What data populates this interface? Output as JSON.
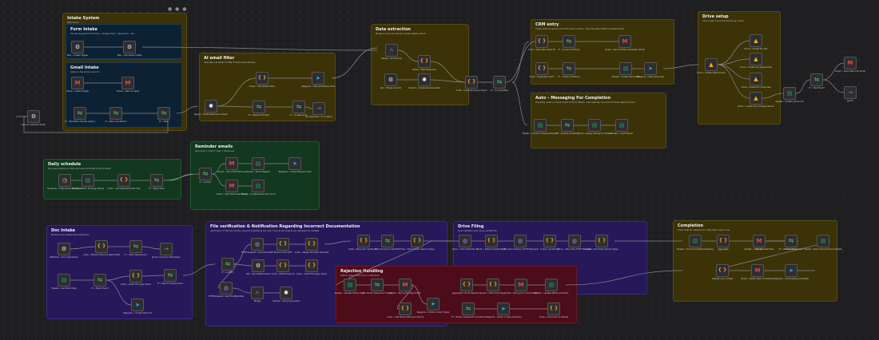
{
  "sections": [
    {
      "id": "intake",
      "color": "y",
      "title": "Intake System",
      "subtitle": "Start forms"
    },
    {
      "id": "form",
      "color": "b",
      "title": "Form Intake",
      "subtitle": "Use the Aug-Kind of Form(s) • Google Form • Type Form • etc."
    },
    {
      "id": "gmail",
      "color": "b",
      "title": "Gmail Intake",
      "subtitle": "Listen to the Gmail inbox for"
    },
    {
      "id": "aifilter",
      "color": "y",
      "title": "AI email filter",
      "subtitle": "Uses Nano-AI Based to filter Emails Automatically"
    },
    {
      "id": "extract",
      "color": "y",
      "title": "Data extraction",
      "subtitle": "Merge sources and extract clients details with AI"
    },
    {
      "id": "crm",
      "color": "y",
      "title": "CRM entry",
      "subtitle": "Check Client Duplicity and If the Client is Exist · Send the New Profile Complete Email"
    },
    {
      "id": "auto",
      "color": "y",
      "title": "Auto – Messaging For Completion",
      "subtitle": "If already exists or Client forgot to fill all details, automatically we will be Emailed Reporting the"
    },
    {
      "id": "drive",
      "color": "y",
      "title": "Drive setup",
      "subtitle": "Auto-create Structured folder per Client"
    },
    {
      "id": "daily",
      "color": "g",
      "title": "Daily schedule",
      "subtitle": "Runs periodically to check and send reminder to Documents"
    },
    {
      "id": "reminder",
      "color": "g",
      "title": "Reminder emails",
      "subtitle": "Send Day 3 / Day 5 / Day 7 follow-ups"
    },
    {
      "id": "doc",
      "color": "p",
      "title": "Doc Intake",
      "subtitle": "Receive and validate the submission"
    },
    {
      "id": "verify",
      "color": "p",
      "title": "File verification & Notification Regarding Incorrect Documentation",
      "subtitle": "Verification of the Documents using AI & Notifying the user if wrong documents are uploaded by mistake"
    },
    {
      "id": "filing",
      "color": "p",
      "title": "Drive Filing",
      "subtitle": "Final validation and move verified file"
    },
    {
      "id": "reject",
      "color": "r",
      "title": "Rejection Handling",
      "subtitle": "Define system and inform notification"
    },
    {
      "id": "complete",
      "color": "y",
      "title": "Completion",
      "subtitle": "Check that all needed and notify team when done"
    }
  ],
  "nodes": [
    {
      "icon": "gear-icon",
      "kind": "gear",
      "label": "Ignore irrelevant Email"
    },
    {
      "icon": "form-icon",
      "kind": "gear",
      "label": "Tally • Intake Trigger"
    },
    {
      "icon": "pen-icon",
      "kind": "gear",
      "label": "Tally • Normalize Intake"
    },
    {
      "icon": "gmail-icon",
      "kind": "gmail",
      "label": "Gmail • Intake Trigger"
    },
    {
      "icon": "gmail-icon",
      "kind": "gmail",
      "label": "Gmail • Mark As Read"
    },
    {
      "icon": "if-icon",
      "kind": "if",
      "label": "IF • Pre-Filter (Sender Spam)"
    },
    {
      "icon": "if-icon",
      "kind": "if",
      "label": "IF • Basic Conditions"
    },
    {
      "icon": "if-icon",
      "kind": "if",
      "label": "IF • Filter"
    },
    {
      "icon": "ai-icon",
      "kind": "ai",
      "label": "Binary • Email Relevance Check"
    },
    {
      "icon": "code-icon",
      "kind": "code",
      "label": "Email • Normalize Fields"
    },
    {
      "icon": "if-icon",
      "kind": "if",
      "label": "IF • Relevant Email?"
    },
    {
      "icon": "if-icon",
      "kind": "if",
      "label": "IF • Is Relevant?"
    },
    {
      "icon": "telegram-icon",
      "kind": "tg",
      "label": "Telegram • Manual Review Alert"
    },
    {
      "icon": "noop-icon",
      "kind": "noop",
      "label": "No Operation, do nothing"
    },
    {
      "icon": "merge-icon",
      "kind": "merge",
      "label": "Merge • All Sources"
    },
    {
      "icon": "code-icon",
      "kind": "code",
      "label": "Parse • Map Response"
    },
    {
      "icon": "pen-icon",
      "kind": "gear",
      "label": "Set • Merge Lead ID"
    },
    {
      "icon": "ai-icon",
      "kind": "ai",
      "label": "Claude • Comprehensive Data"
    },
    {
      "icon": "code-icon",
      "kind": "code",
      "label": "Code • Comprehensive Check"
    },
    {
      "icon": "if-icon",
      "kind": "if",
      "label": "IF • Is Complete?"
    },
    {
      "icon": "code-icon",
      "kind": "code",
      "label": "Code • Generate Client ID"
    },
    {
      "icon": "if-icon",
      "kind": "if",
      "label": "IF • Access to Email?"
    },
    {
      "icon": "gmail-icon",
      "kind": "gmail",
      "label": "Gmail • Send Profile Completion Email"
    },
    {
      "icon": "code-icon",
      "kind": "code",
      "label": "Code • Duplicate Check"
    },
    {
      "icon": "if-icon",
      "kind": "if",
      "label": "IF • Client is Existing"
    },
    {
      "icon": "sheet-icon",
      "kind": "sheet",
      "label": "Sheets • Create Client Row"
    },
    {
      "icon": "telegram-icon",
      "kind": "tg",
      "label": "Telegram • New Lead Alert"
    },
    {
      "icon": "sheet-icon",
      "kind": "sheet",
      "label": "Sheets • Check If Already Emailed"
    },
    {
      "icon": "if-icon",
      "kind": "if",
      "label": "IF • Already Emailed?"
    },
    {
      "icon": "sheet-icon",
      "kind": "sheet",
      "label": "Gmail • Ready Asking for Details"
    },
    {
      "icon": "sheet-icon",
      "kind": "sheet",
      "label": "Sheets • Log Emailed"
    },
    {
      "icon": "drive-icon",
      "kind": "drive",
      "label": "Drive • Create Client Folder"
    },
    {
      "icon": "drive-icon",
      "kind": "drive",
      "label": "Drive • Create 01_KYC"
    },
    {
      "icon": "drive-icon",
      "kind": "drive",
      "label": "Drive • Create 02_Agreements"
    },
    {
      "icon": "drive-icon",
      "kind": "drive",
      "label": "Drive • Create 03_Financials"
    },
    {
      "icon": "drive-icon",
      "kind": "drive",
      "label": "Drive • Create 04_Correspondence"
    },
    {
      "icon": "sheet-icon",
      "kind": "sheet",
      "label": "Sheets • Update Drive Link"
    },
    {
      "icon": "if-icon",
      "kind": "if",
      "label": "IF • Has Email?"
    },
    {
      "icon": "gmail-icon",
      "kind": "gmail",
      "label": "Gmail • Send Welcome Email"
    },
    {
      "icon": "noop-icon",
      "kind": "noop",
      "label": "Ignore"
    },
    {
      "icon": "clock-icon",
      "kind": "sched",
      "label": "Schedule • Daily Reminder Check"
    },
    {
      "icon": "sheet-icon",
      "kind": "sheet",
      "label": "Sheets • Fetch Pending Clients"
    },
    {
      "icon": "code-icon",
      "kind": "code",
      "label": "Code • Calculate Reminder Day"
    },
    {
      "icon": "if-icon",
      "kind": "if",
      "label": "IF • Need Time"
    },
    {
      "icon": "if-icon",
      "kind": "if",
      "label": "IF • Is Due?"
    },
    {
      "icon": "gmail-icon",
      "kind": "gmail",
      "label": "Gmail • Send First Warning"
    },
    {
      "icon": "sheet-icon",
      "kind": "sheet",
      "label": "Sheets • Mark Stopped"
    },
    {
      "icon": "telegram-icon",
      "kind": "tg",
      "label": "Telegram • Client Stopped Alert"
    },
    {
      "icon": "gmail-icon",
      "kind": "gmail",
      "label": "Gmail • Send Reminder Email"
    },
    {
      "icon": "sheet-icon",
      "kind": "sheet",
      "label": "Sheets • Update Reminder Count"
    },
    {
      "icon": "webhook-icon",
      "kind": "gear",
      "label": "Webhook • Doc Submission"
    },
    {
      "icon": "code-icon",
      "kind": "code",
      "label": "Code • Extract Files and Map Fields"
    },
    {
      "icon": "if-icon",
      "kind": "if",
      "label": "IF • Valid Submission?"
    },
    {
      "icon": "noop-icon",
      "kind": "noop",
      "label": "Ignore Incorrect Submission"
    },
    {
      "icon": "sheet-icon",
      "kind": "sheet",
      "label": "Sheets • Get Client Row"
    },
    {
      "icon": "if-icon",
      "kind": "if",
      "label": "IF • Client found"
    },
    {
      "icon": "code-icon",
      "kind": "code",
      "label": "Code • Insert File Type Check"
    },
    {
      "icon": "if-icon",
      "kind": "if",
      "label": "IF • Skip If Already Done"
    },
    {
      "icon": "telegram-icon",
      "kind": "tg",
      "label": "Telegram • Invalid Client ID"
    },
    {
      "icon": "if-icon",
      "kind": "if",
      "label": "IF • Is PDF?"
    },
    {
      "icon": "http-icon",
      "kind": "http",
      "label": "HTTP Request • Download PDF"
    },
    {
      "icon": "code-icon",
      "kind": "code",
      "label": "Extract From PDF"
    },
    {
      "icon": "code-icon",
      "kind": "code",
      "label": "Code • Merge Text with File Data"
    },
    {
      "icon": "pen-icon",
      "kind": "gear",
      "label": "Set • Send Attachment"
    },
    {
      "icon": "code-icon",
      "kind": "code",
      "label": "Code • Extract Raw ID"
    },
    {
      "icon": "code-icon",
      "kind": "code",
      "label": "Code • Insert File Type Check"
    },
    {
      "icon": "http-icon",
      "kind": "http",
      "label": "HTTP Request • Get File Metadata"
    },
    {
      "icon": "merge-icon",
      "kind": "merge",
      "label": "Merge"
    },
    {
      "icon": "ai-icon",
      "kind": "ai",
      "label": "Claude • Verify Document"
    },
    {
      "icon": "code-icon",
      "kind": "code",
      "label": "Code • Parse Doc Verification"
    },
    {
      "icon": "if-icon",
      "kind": "if",
      "label": "IF • Document Verified?"
    },
    {
      "icon": "code-icon",
      "kind": "code",
      "label": "Code • Build Folder Search Query"
    },
    {
      "icon": "http-icon",
      "kind": "http",
      "label": "Drive • Find Subfolder ID"
    },
    {
      "icon": "code-icon",
      "kind": "code",
      "label": "Code • Extract Subfolder ID"
    },
    {
      "icon": "http-icon",
      "kind": "http",
      "label": "Add Current Parent (HTTP Request)"
    },
    {
      "icon": "code-icon",
      "kind": "code",
      "label": "Code in JavaScript"
    },
    {
      "icon": "http-icon",
      "kind": "http",
      "label": "Drive • Move File (HTTP Request)"
    },
    {
      "icon": "code-icon",
      "kind": "code",
      "label": "Code • Add Strike (Wrong Type)"
    },
    {
      "icon": "sheet-icon",
      "kind": "sheet",
      "label": "Sheets • Update Strike (Type)"
    },
    {
      "icon": "if-icon",
      "kind": "if",
      "label": "IF • Strike 3 Reached? (Type)"
    },
    {
      "icon": "gmail-icon",
      "kind": "gmail",
      "label": "Gmail • Wrong File Type Email"
    },
    {
      "icon": "telegram-icon",
      "kind": "tg",
      "label": "Telegram • Strike 3 Alert (Type)"
    },
    {
      "icon": "code-icon",
      "kind": "code",
      "label": "Code • Add Strike (Wrong Content)"
    },
    {
      "icon": "code-icon",
      "kind": "code",
      "label": "Aggregator Of All Rejections"
    },
    {
      "icon": "code-icon",
      "kind": "code",
      "label": "Code • Build Summary"
    },
    {
      "icon": "gmail-icon",
      "kind": "gmail",
      "label": "Gmail • Wrong Document Email"
    },
    {
      "icon": "sheet-icon",
      "kind": "sheet",
      "label": "Sheets • Update Strike (Content)"
    },
    {
      "icon": "if-icon",
      "kind": "if",
      "label": "IF • Strike 3 Reached? (Content)"
    },
    {
      "icon": "telegram-icon",
      "kind": "tg",
      "label": "Telegram • Strike 3 Alert (Content)"
    },
    {
      "icon": "code-icon",
      "kind": "code",
      "label": "Code • Document to Sheets"
    },
    {
      "icon": "sheet-icon",
      "kind": "sheet",
      "label": "Sheets • Document Status Reading"
    },
    {
      "icon": "code-icon",
      "kind": "code",
      "label": "Aggregate"
    },
    {
      "icon": "sheet-icon",
      "kind": "sheet",
      "label": "Sheets • Read Updated Row"
    },
    {
      "icon": "code-icon",
      "kind": "code",
      "label": "Completion"
    },
    {
      "icon": "gmail-icon",
      "kind": "gmail",
      "label": "Gmail"
    },
    {
      "icon": "if-icon",
      "kind": "if",
      "label": "IF • All Docs Complete?"
    },
    {
      "icon": "sheet-icon",
      "kind": "sheet",
      "label": "Sheets • Mark Onboarding Complete"
    },
    {
      "icon": "code-icon",
      "kind": "code",
      "label": "Update row in sheet"
    },
    {
      "icon": "gmail-icon",
      "kind": "gmail",
      "label": "Gmail • Notify Team Completion"
    },
    {
      "icon": "telegram-icon",
      "kind": "tg",
      "label": "Telegram • Onboarding Complete"
    }
  ]
}
